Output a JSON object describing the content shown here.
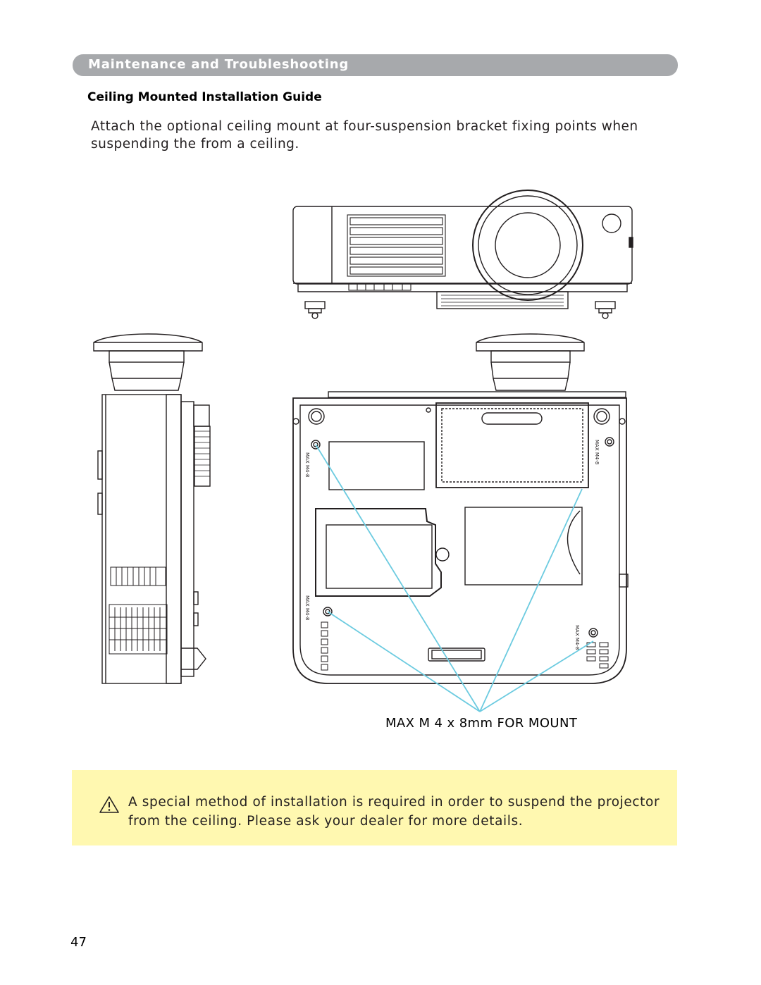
{
  "header": {
    "section_title": "Maintenance and Troubleshooting"
  },
  "content": {
    "subheading": "Ceiling Mounted Installation Guide",
    "intro": "Attach the optional ceiling mount at four-suspension bracket fixing points when suspending the from a ceiling.",
    "figure": {
      "caption": "MAX M 4 x 8mm FOR MOUNT",
      "hole_label": "MAX M4-8"
    },
    "note": {
      "icon": "warning-icon",
      "text": "A special method of installation is required in order to suspend the projector from the ceiling. Please ask your dealer for more details."
    }
  },
  "footer": {
    "page_number": "47"
  },
  "colors": {
    "bar": "#a7a9ac",
    "note_bg": "#fff8b0",
    "leader_line": "#6ccbe0"
  }
}
